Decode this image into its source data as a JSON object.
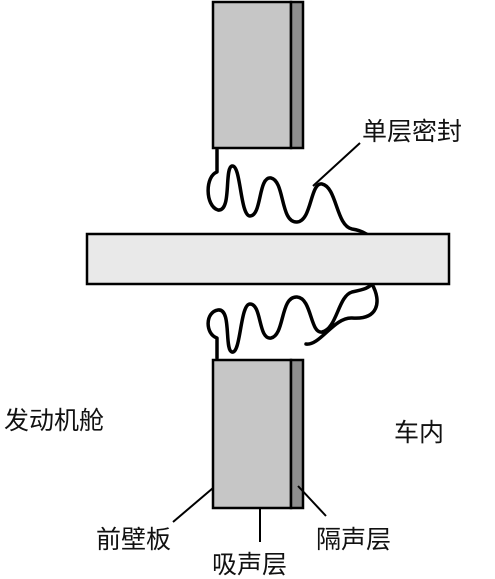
{
  "labels": {
    "single_seal": "单层密封",
    "engine_compartment": "发动机舱",
    "cabin_interior": "车内",
    "front_wall_panel": "前壁板",
    "sound_absorbing_layer": "吸声层",
    "sound_insulating_layer": "隔声层"
  },
  "colors": {
    "panel_fill": "#c6c6c6",
    "insulation_strip": "#8e8e8e",
    "rod_fill": "#e9e9e9",
    "stroke": "#000000"
  }
}
